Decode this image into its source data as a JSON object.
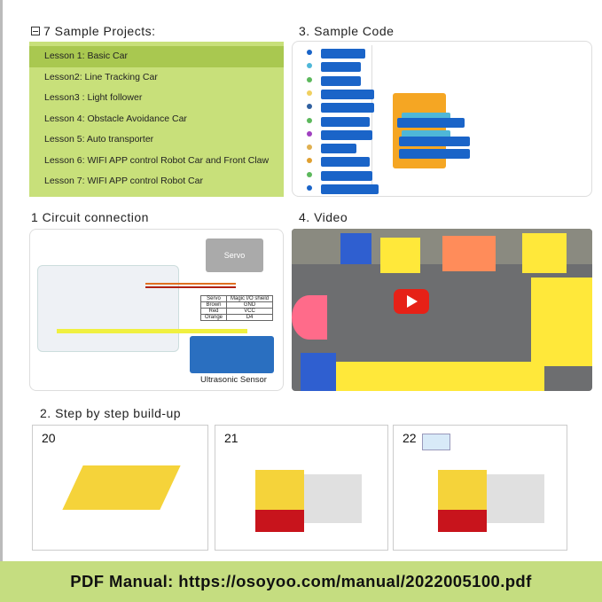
{
  "projects": {
    "title": "7 Sample Projects:",
    "icon": "collapse-square-icon",
    "items": [
      "Lesson 1: Basic Car",
      "Lesson2: Line Tracking Car",
      "Lesson3 : Light follower",
      "Lesson 4: Obstacle Avoidance Car",
      "Lesson 5: Auto transporter",
      "Lesson 6: WIFI APP control Robot Car and Front Claw",
      "Lesson 7: WIFI APP control Robot Car"
    ]
  },
  "code": {
    "title": "3. Sample Code"
  },
  "circuit": {
    "title": "1 Circuit connection",
    "servo_label": "Servo",
    "sensor_label": "Ultrasonic Sensor",
    "table": [
      [
        "Servo",
        "Magic I/O shield"
      ],
      [
        "Brown",
        "GND"
      ],
      [
        "Red",
        "VCC"
      ],
      [
        "Orange",
        "D4"
      ]
    ]
  },
  "video": {
    "title": "4. Video",
    "icon": "play-button-icon"
  },
  "build": {
    "title": "2. Step by step build-up",
    "steps": [
      "20",
      "21",
      "22"
    ]
  },
  "footer": {
    "text": "PDF Manual: https://osoyoo.com/manual/2022005100.pdf"
  },
  "colors": {
    "green": "#c8e07a",
    "green_active": "#a9c850",
    "footer": "#c5dd80",
    "block_blue": "#1a64c8",
    "block_orange": "#f5a623",
    "play_red": "#e62117"
  }
}
